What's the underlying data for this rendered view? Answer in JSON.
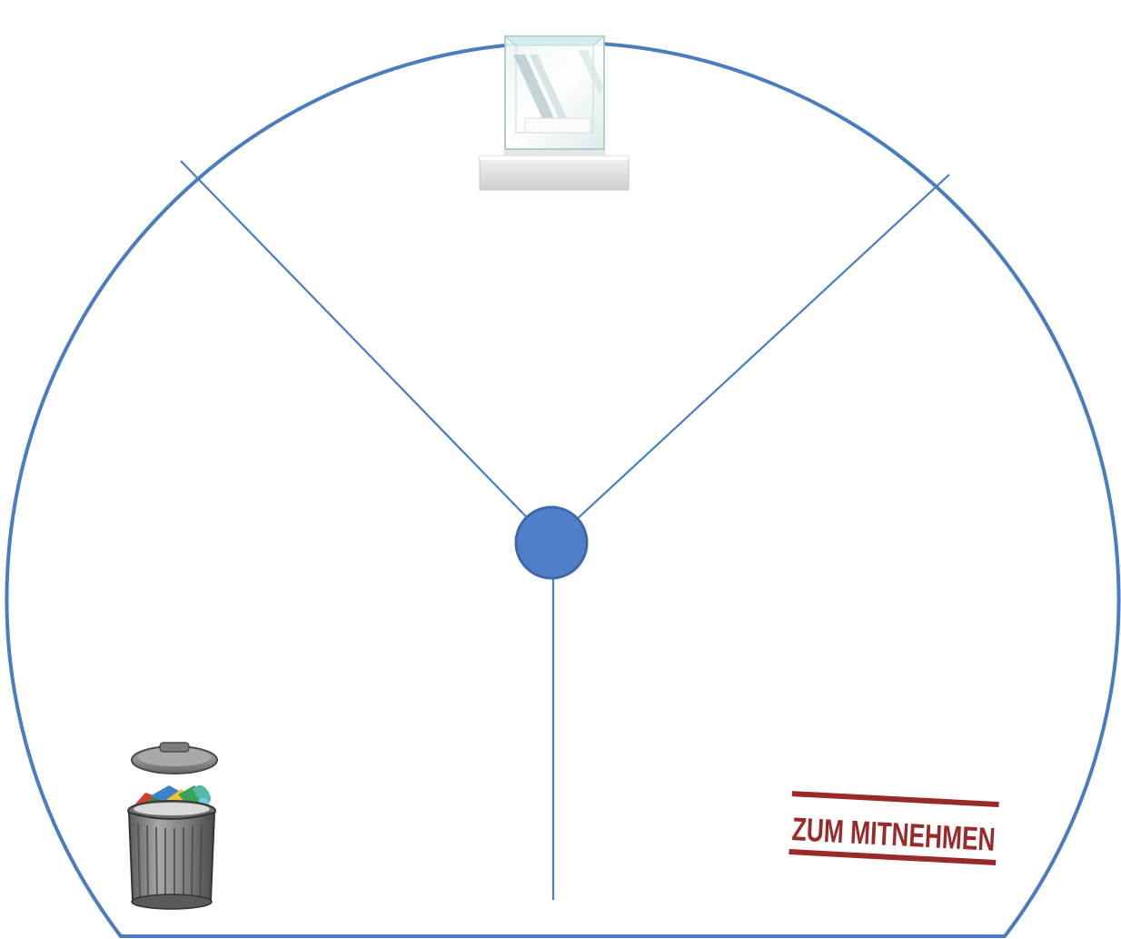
{
  "diagram": {
    "colors": {
      "outline": "#4a7cc0",
      "hub": "#4f7fc8",
      "hub_stroke": "#3d67a8",
      "stamp": "#9a2a2a"
    },
    "sectors": [
      {
        "name": "display-case-sector",
        "icon": "glass-display-case-icon"
      },
      {
        "name": "trash-sector",
        "icon": "trash-can-icon"
      },
      {
        "name": "take-away-sector",
        "icon": "stamp-icon"
      }
    ],
    "stamp": {
      "text": "ZUM MITNEHMEN"
    }
  }
}
